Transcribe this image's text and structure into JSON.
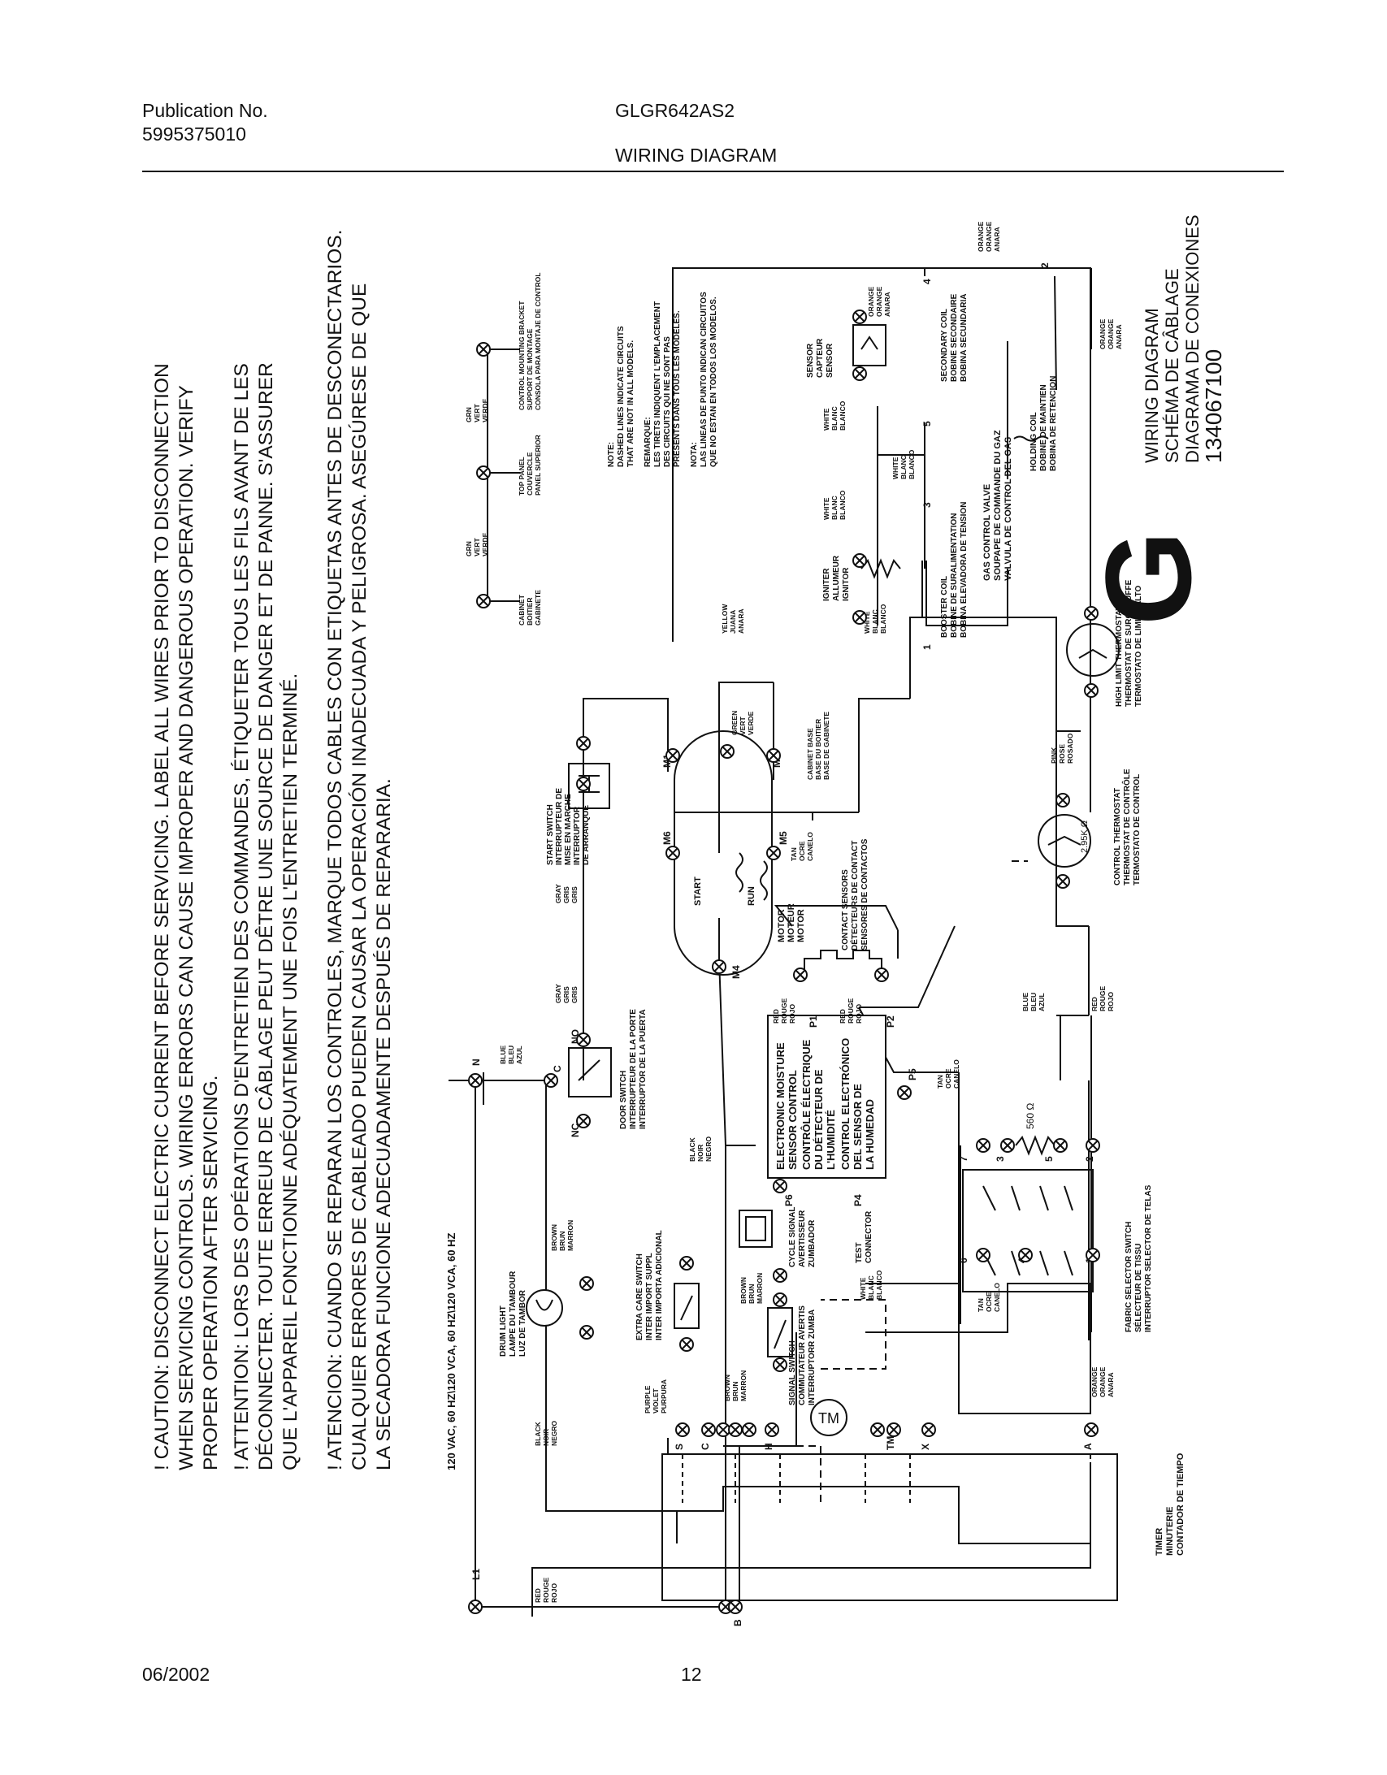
{
  "header": {
    "publication_label": "Publication No.",
    "publication_number": "5995375010",
    "model": "GLGR642AS2",
    "title": "WIRING DIAGRAM"
  },
  "warnings": {
    "en": [
      "! CAUTION: DISCONNECT ELECTRIC CURRENT BEFORE SERVICING. LABEL ALL WIRES PRIOR TO DISCONNECTION",
      "WHEN SERVICING CONTROLS. WIRING ERRORS CAN CAUSE IMPROPER AND DANGEROUS OPERATION. VERIFY",
      "PROPER OPERATION AFTER SERVICING."
    ],
    "fr": [
      "! ATTENTION: LORS DES OPÉRATIONS D'ENTRETIEN DES COMMANDES, ÉTIQUETER TOUS LES FILS AVANT DE LES",
      "DÉCONNECTER. TOUTE ERREUR DE CÂBLAGE PEUT DÊTRE UNE SOURCE DE DANGER ET DE PANNE. S'ASSURER",
      "QUE L'APPAREIL FONCTIONNE ADÉQUATEMENT UNE FOIS L'ENTRETIEN TERMINÉ."
    ],
    "es": [
      "! ATENCION: CUANDO SE REPARAN LOS CONTROLES, MARQUE TODOS CABLES CON ETIQUETAS ANTES DE DESCONECTARIOS.",
      "CUALQUIER ERRORES DE CABLEADO PUEDEN CAUSAR LA OPERACIÓN INADECUADA Y PELIGROSA. ASEGÚRESE DE QUE",
      "LA SECADORA FUNCIONE ADECUADAMENTE DESPUÉS DE REPARARIA."
    ]
  },
  "supply_label": "120 VAC, 60 HZ\\120 VCA, 60 HZ\\120 VCA, 60 HZ",
  "terminals": {
    "l1": "L1",
    "n": "N",
    "b": "B",
    "s": "S",
    "c": "C",
    "h": "H",
    "tm": "TM",
    "x": "X",
    "a": "A",
    "nc": "NC",
    "no": "NO",
    "c2": "C",
    "m1": "M1",
    "m2": "M2",
    "m4": "M4",
    "m5": "M5",
    "m6": "M6",
    "p1": "P1",
    "p2": "P2",
    "p4": "P4",
    "p5": "P5",
    "p6": "P6",
    "one": "1",
    "two": "2",
    "three": "3",
    "four": "4",
    "five": "5",
    "six": "6",
    "seven": "7"
  },
  "wires": {
    "red": [
      "RED",
      "ROUGE",
      "ROJO"
    ],
    "black_l": [
      "BLACK",
      "NOIR",
      "NEGRO"
    ],
    "brown_l": [
      "BROWN",
      "BRUN",
      "MARRON"
    ],
    "purple": [
      "PURPLE",
      "VIOLET",
      "PURPURA"
    ],
    "brown_m": [
      "BROWN",
      "BRUN",
      "MARRON"
    ],
    "brown_m2": [
      "BROWN",
      "BRUN",
      "MARRON"
    ],
    "black_m": [
      "BLACK",
      "NOIR",
      "NEGRO"
    ],
    "white_m": [
      "WHITE",
      "BLANC",
      "BLANCO"
    ],
    "tan_m": [
      "TAN",
      "OCRE",
      "CANELO"
    ],
    "orange_l": [
      "ORANGE",
      "ORANGE",
      "ANARA"
    ],
    "blue_top": [
      "BLUE",
      "BLEU",
      "AZUL"
    ],
    "gray1": [
      "GRAY",
      "GRIS",
      "GRIS"
    ],
    "gray2": [
      "GRAY",
      "GRIS",
      "GRIS"
    ],
    "red_p1": [
      "RED",
      "ROUGE",
      "ROJO"
    ],
    "red_p2": [
      "RED",
      "ROUGE",
      "ROJO"
    ],
    "tan_p5": [
      "TAN",
      "OCRE",
      "CANELO"
    ],
    "tan_m5": [
      "TAN",
      "OCRE",
      "CANELO"
    ],
    "green": [
      "GREEN",
      "VERT",
      "VERDE"
    ],
    "yellow": [
      "YELLOW",
      "JUANA",
      "ANARA"
    ],
    "blue_r": [
      "BLUE",
      "BLEU",
      "AZUL"
    ],
    "red_r": [
      "RED",
      "ROUGE",
      "ROJO"
    ],
    "pink": [
      "PINK",
      "ROSE",
      "ROSADO"
    ],
    "orange_r": [
      "ORANGE",
      "ORANGE",
      "ANARA"
    ],
    "orange_tr": [
      "ORANGE",
      "ORANGE",
      "ANARA"
    ],
    "orange_s": [
      "ORANGE",
      "ORANGE",
      "ANARA"
    ],
    "white_ig": [
      "WHITE",
      "BLANC",
      "BLANCO"
    ],
    "white_ig2": [
      "WHITE",
      "BLANC",
      "BLANCO"
    ],
    "white_gv": [
      "WHITE",
      "BLANC",
      "BLANCO"
    ],
    "white_se": [
      "WHITE",
      "BLANC",
      "BLANCO"
    ],
    "grn1": [
      "GRN",
      "VERT",
      "VERDE"
    ],
    "grn2": [
      "GRN",
      "VERT",
      "VERDE"
    ]
  },
  "components": {
    "timer": [
      "TIMER",
      "MINUTERIE",
      "CONTADOR DE TIEMPO"
    ],
    "drum_light": [
      "DRUM LIGHT",
      "LAMPE DU TAMBOUR",
      "LUZ DE TAMBOR"
    ],
    "extra_care": [
      "EXTRA CARE SWITCH",
      "INTER IMPORT SUPPL",
      "INTER IMPORTA ADICIONAL"
    ],
    "signal_switch": [
      "SIGNAL SWITCH",
      "COMMUTATEUR AVERTIS",
      "INTERRUPTORR ZUMBA"
    ],
    "cycle_signal": [
      "CYCLE SIGNAL",
      "AVERTISSEUR",
      "ZUMBADOR"
    ],
    "test_connector": [
      "TEST",
      "CONNECTOR"
    ],
    "door_switch": [
      "DOOR SWITCH",
      "INTERRUPTEUR DE LA PORTE",
      "INTERRUPTOR DE LA PUERTA"
    ],
    "ems_control": [
      "ELECTRONIC MOISTURE",
      "SENSOR CONTROL",
      "CONTRÔLE ÉLECTRIQUE",
      "DU DÉTECTEUR DE",
      "L'HUMIDITÉ",
      "CONTROL ELECTRÓNICO",
      "DEL SENSOR DE",
      "LA HUMEDAD"
    ],
    "contact_sensors": [
      "CONTACT SENSORS",
      "DÉTECTEURS DE CONTACT",
      "SENSORES DE CONTACTOS"
    ],
    "motor": [
      "MOTOR",
      "MOTEUR",
      "MOTOR"
    ],
    "start": "START",
    "run": "RUN",
    "start_switch": [
      "START SWITCH",
      "INTERRUPTEUR DE",
      "MISE EN MARCHE",
      "INTERRUPTOR",
      "DE ARRANQUE"
    ],
    "cabinet_base": [
      "CABINET BASE",
      "BASE DU BOITIER",
      "BASE DE GABINETE"
    ],
    "fabric_selector": [
      "FABRIC SELECTOR SWITCH",
      "SÉLECTEUR DE TISSU",
      "INTERRUPTOR SELECTOR DE TELAS"
    ],
    "control_thermostat": [
      "CONTROL THERMOSTAT",
      "THERMOSTAT DE CONTRÔLE",
      "TERMOSTATO DE CONTROL"
    ],
    "high_limit": [
      "HIGH LIMIT THERMOSTAT",
      "THERMOSTAT DE SURCHAUFFE",
      "TERMOSTATO DE LIMITE ALTO"
    ],
    "igniter": [
      "IGNITER",
      "ALLUMEUR",
      "IGNITOR"
    ],
    "booster_coil": [
      "BOOSTER COIL",
      "BOBINE DE SURALIMENTATION",
      "BOBINA ELEVADORA DE TENSION"
    ],
    "gas_valve": [
      "GAS CONTROL VALVE",
      "SOUPAPE DE COMMANDE DU GAZ",
      "VALVULA DE CONTROL DEL GAS"
    ],
    "holding_coil": [
      "HOLDING COIL",
      "BOBINE DE MAINTIEN",
      "BOBINA DE RETENCION"
    ],
    "secondary_coil": [
      "SECONDARY COIL",
      "BOBINE SECONDAIRE",
      "BOBINA SECUNDARIA"
    ],
    "sensor": [
      "SENSOR",
      "CAPTEUR",
      "SENSOR"
    ],
    "cabinet": [
      "CABINET",
      "BOITIER",
      "GABINETE"
    ],
    "top_panel": [
      "TOP PANEL",
      "COUVERCLE",
      "PANEL SUPERIOR"
    ],
    "control_bracket": [
      "CONTROL MOUNTING BRACKET",
      "SUPPORT DE MONTAGE",
      "CONSOLA PARA MONTAJE DE CONTROL"
    ],
    "tm": "TM",
    "r560": "560 Ω",
    "r295": "2.95K Ω"
  },
  "note": [
    "NOTE:",
    "DASHED LINES INDICATE CIRCUITS",
    "THAT ARE NOT IN ALL MODELS.",
    "REMARQUE:",
    "LES TIRETS INDIQUENT L'EMPLACEMENT",
    "DES CIRCUITS QUI NE SONT PAS",
    "PRÉSENTS DANS TOUS LES MODÈLES.",
    "NOTA:",
    "LAS LINEAS DE PUNTO INDICAN CIRCUITOS",
    "QUE NO ESTAN EN TODOS LOS MODELOS."
  ],
  "stamp": {
    "letter": "G",
    "lines": [
      "WIRING DIAGRAM",
      "SCHÉMA DE CÂBLAGE",
      "DIAGRAMA DE CONEXIONES"
    ],
    "number": "134067100"
  },
  "footer": {
    "date": "06/2002",
    "page": "12"
  }
}
